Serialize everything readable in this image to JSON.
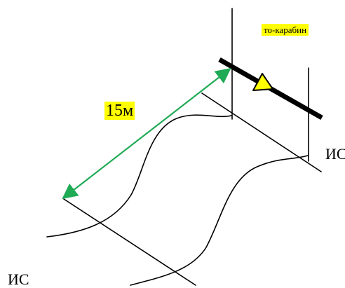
{
  "labels": {
    "distance": "15м",
    "top_carabiner": "то-карабин",
    "right_marker": "ИС",
    "bottom_marker": "ИС"
  },
  "colors": {
    "distance_arrow": "#1faa55",
    "label_highlight": "#ffff00",
    "anchor_triangle": "#ffff00",
    "line": "#000000"
  },
  "icons": {
    "anchor": "triangle-icon"
  }
}
